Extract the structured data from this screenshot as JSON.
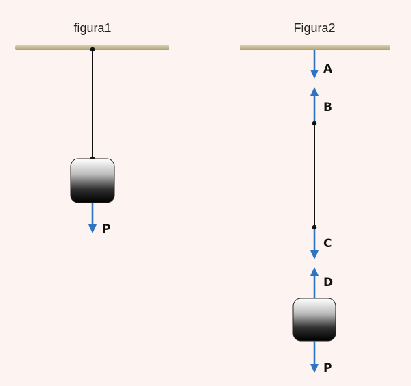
{
  "figure1": {
    "title": "figura1",
    "weight_label": "P"
  },
  "figure2": {
    "title": "Figura2",
    "labels": {
      "a": "A",
      "b": "B",
      "c": "C",
      "d": "D",
      "p": "P"
    }
  },
  "colors": {
    "background": "#fdf3f1",
    "ceiling": "#c8bd94",
    "arrow": "#2f74c0",
    "rope": "#111111"
  }
}
